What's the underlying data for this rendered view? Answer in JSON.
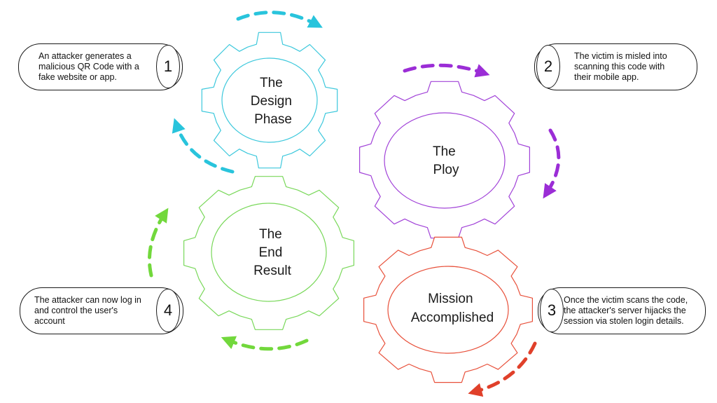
{
  "gears": [
    {
      "id": "design",
      "lines": [
        "The",
        "Design",
        "Phase"
      ],
      "color": "#3cc8dc"
    },
    {
      "id": "ploy",
      "lines": [
        "The",
        "Ploy"
      ],
      "color": "#a142d8"
    },
    {
      "id": "end",
      "lines": [
        "The",
        "End",
        "Result"
      ],
      "color": "#79d85a"
    },
    {
      "id": "mission",
      "lines": [
        "Mission",
        "Accomplished"
      ],
      "color": "#e8503a"
    }
  ],
  "arrow_colors": {
    "design": "#29c4dc",
    "ploy": "#9b2dd6",
    "end": "#72d83c",
    "mission": "#e0402a"
  },
  "callouts": [
    {
      "id": "step1",
      "number": "1",
      "text": "An attacker generates a\nmalicious QR Code with a\nfake website or app."
    },
    {
      "id": "step2",
      "number": "2",
      "text": "The victim is misled into\nscanning this code with\ntheir mobile app."
    },
    {
      "id": "step3",
      "number": "3",
      "text": "Once the victim scans the code,\nthe attacker's server hijacks the\nsession via stolen login details."
    },
    {
      "id": "step4",
      "number": "4",
      "text": "The attacker can now log in\nand control the user's\naccount"
    }
  ]
}
